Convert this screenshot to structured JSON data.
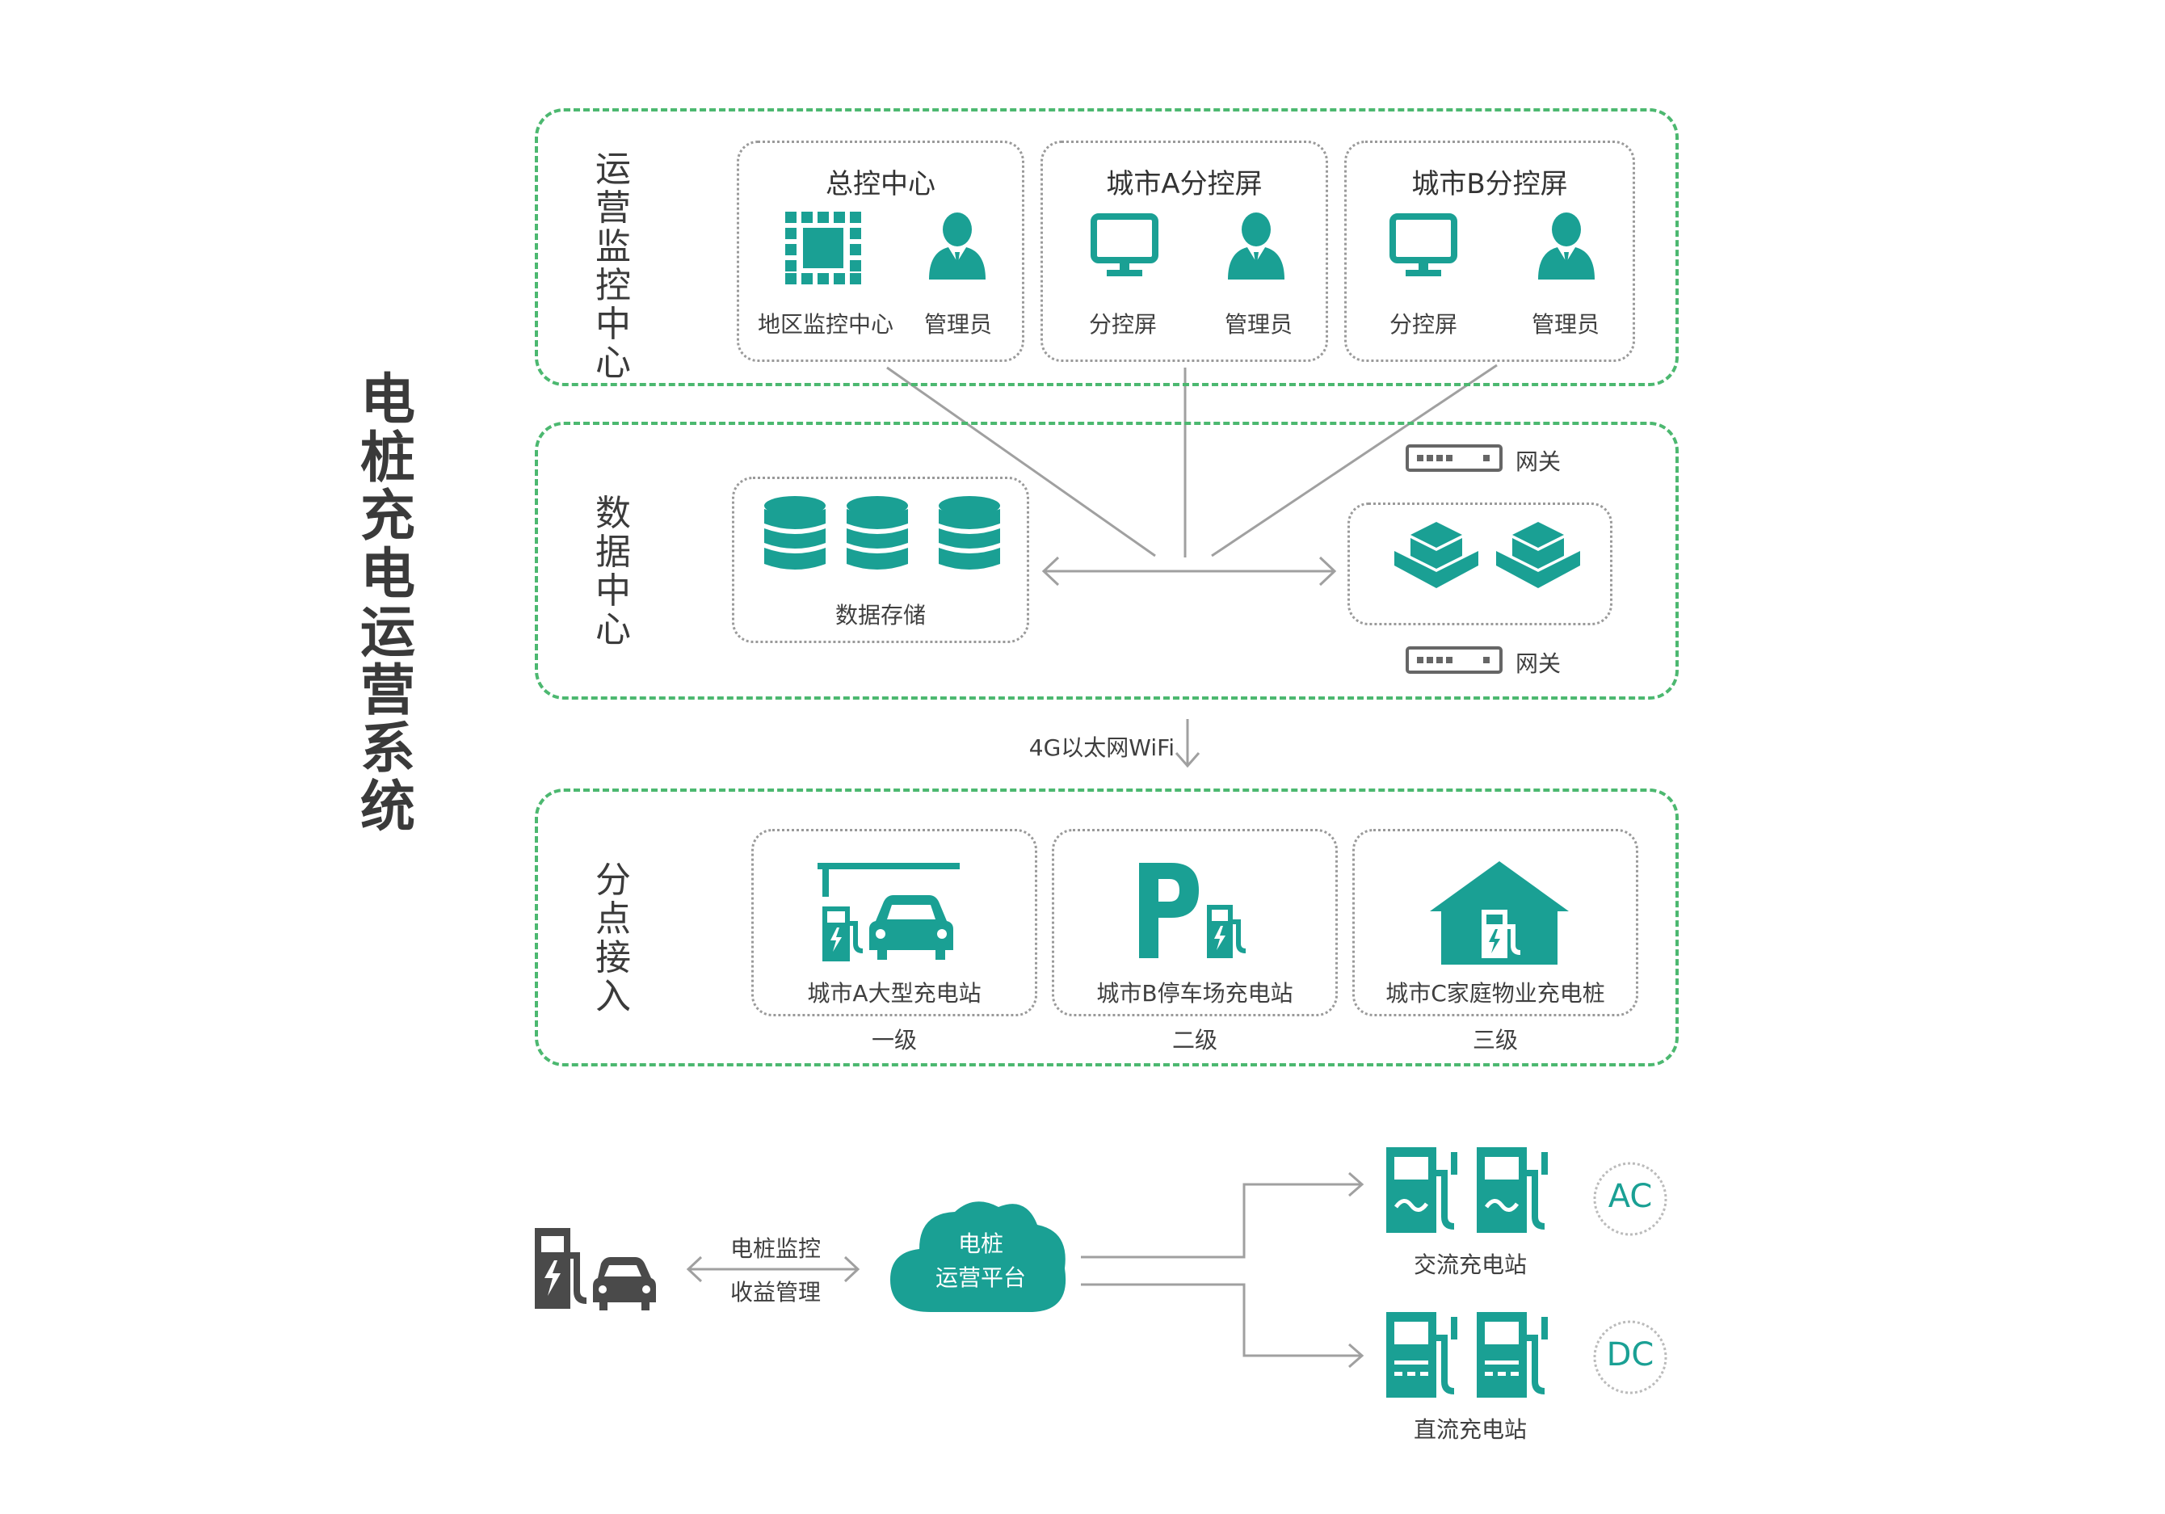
{
  "title": "电桩充电运营系统",
  "colors": {
    "accent": "#1aa094",
    "panel_border": "#4cb870",
    "line": "#9a9a9a",
    "text": "#3f3f3f"
  },
  "ops_center": {
    "label": "运营监控中心",
    "groups": [
      {
        "title": "总控中心",
        "items": [
          {
            "icon": "monitor-center-icon",
            "label": "地区监控中心"
          },
          {
            "icon": "admin-user-icon",
            "label": "管理员"
          }
        ]
      },
      {
        "title": "城市A分控屏",
        "items": [
          {
            "icon": "screen-icon",
            "label": "分控屏"
          },
          {
            "icon": "admin-user-icon",
            "label": "管理员"
          }
        ]
      },
      {
        "title": "城市B分控屏",
        "items": [
          {
            "icon": "screen-icon",
            "label": "分控屏"
          },
          {
            "icon": "admin-user-icon",
            "label": "管理员"
          }
        ]
      }
    ]
  },
  "data_center": {
    "label": "数据中心",
    "storage_label": "数据存储",
    "gateway_top": "网关",
    "gateway_bottom": "网关"
  },
  "connection_label": "4G以太网WiFi",
  "access": {
    "label": "分点接入",
    "sites": [
      {
        "icon": "charging-station-icon",
        "label": "城市A大型充电站",
        "level": "一级"
      },
      {
        "icon": "parking-charger-icon",
        "label": "城市B停车场充电站",
        "level": "二级"
      },
      {
        "icon": "home-charger-icon",
        "label": "城市C家庭物业充电桩",
        "level": "三级"
      }
    ]
  },
  "bottom": {
    "link_labels": [
      "电桩监控",
      "收益管理"
    ],
    "cloud_lines": [
      "电桩",
      "运营平台"
    ],
    "ac_label": "交流充电站",
    "ac_badge": "AC",
    "dc_label": "直流充电站",
    "dc_badge": "DC"
  }
}
